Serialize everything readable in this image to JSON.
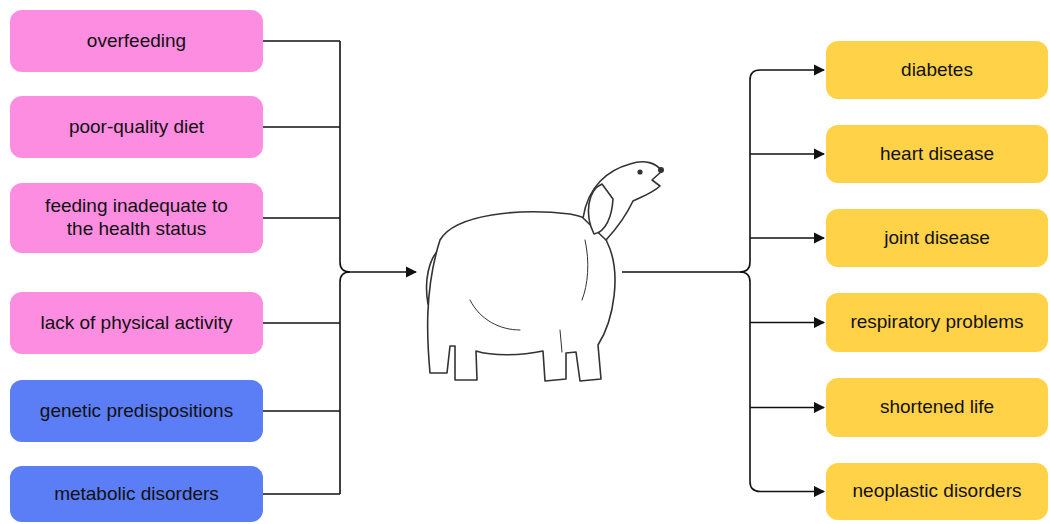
{
  "diagram": {
    "nodes": [
      {
        "text": [
          "overfeeding"
        ]
      },
      {
        "text": [
          "poor-quality diet"
        ]
      },
      {
        "text": [
          "feeding inadequate to the health status"
        ]
      },
      {
        "text": [
          "lack of physical activity"
        ]
      },
      {
        "text": [
          "genetic predispositions"
        ]
      },
      {
        "text": [
          "metabolic disorders"
        ]
      },
      {
        "text": [
          "diabetes"
        ]
      },
      {
        "text": [
          "heart disease"
        ]
      },
      {
        "text": [
          "joint disease"
        ]
      },
      {
        "text": [
          "respiratory problems"
        ]
      },
      {
        "text": [
          "shortened life"
        ]
      },
      {
        "text": [
          "neoplastic disorders"
        ]
      }
    ]
  }
}
